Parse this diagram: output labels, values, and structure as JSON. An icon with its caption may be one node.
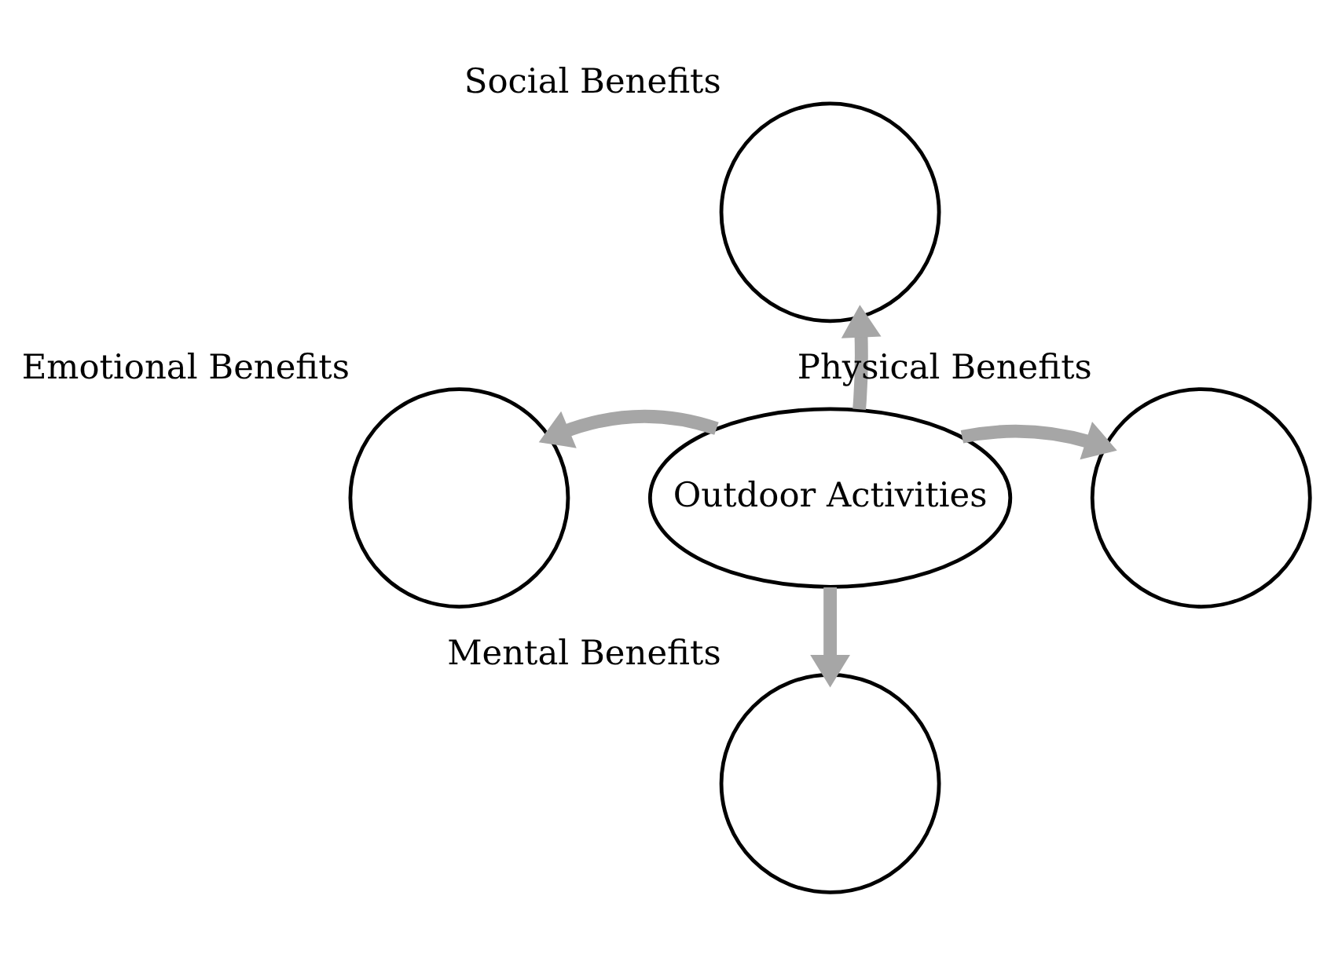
{
  "diagram": {
    "nodes": [
      {
        "text": [
          "Social Benefits"
        ]
      },
      {
        "text": [
          "Emotional Benefits"
        ]
      },
      {
        "text": [
          "Outdoor Activities"
        ]
      },
      {
        "text": [
          "Physical Benefits"
        ]
      },
      {
        "text": [
          "Mental Benefits"
        ]
      }
    ],
    "edges": [
      {
        "from": 2,
        "to": 0,
        "arrow": "to",
        "color": "#a6a6a6"
      },
      {
        "from": 2,
        "to": 1,
        "arrow": "to",
        "color": "#a6a6a6"
      },
      {
        "from": 2,
        "to": 3,
        "arrow": "to",
        "color": "#a6a6a6"
      },
      {
        "from": 2,
        "to": 4,
        "arrow": "to",
        "color": "#a6a6a6"
      }
    ]
  }
}
